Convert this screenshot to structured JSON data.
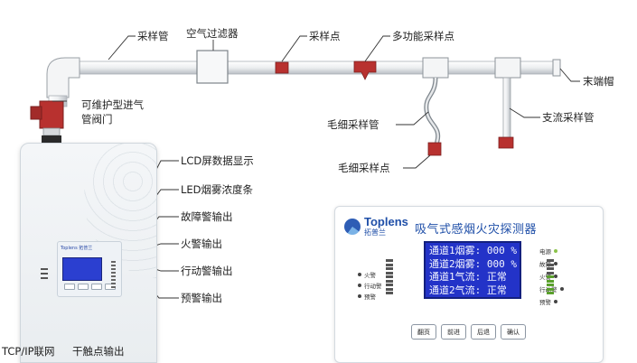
{
  "labels": {
    "sampling_pipe": "采样管",
    "air_filter": "空气过滤器",
    "sampling_point": "采样点",
    "multi_sampling_point": "多功能采样点",
    "end_cap": "末端帽",
    "valve": "可维护型进气管阀门",
    "capillary_pipe": "毛细采样管",
    "branch_pipe": "支流采样管",
    "capillary_point": "毛细采样点",
    "lcd_display": "LCD屏数据显示",
    "led_bar": "LED烟雾浓度条",
    "fault_output": "故障警输出",
    "fire_output": "火警输出",
    "action_output": "行动警输出",
    "pre_alarm_output": "预警输出",
    "tcp_ip": "TCP/IP联网",
    "dry_contact": "干触点输出"
  },
  "detector": {
    "brand": "Toplens 拓普兰",
    "product": "吸气式感烟火灾探测器"
  },
  "inset": {
    "brand": "Toplens",
    "brand_sub": "拓普兰",
    "product": "吸气式感烟火灾探测器",
    "lcd_lines": [
      "通道1烟雾: 000 %",
      "通道2烟雾: 000 %",
      "通道1气流: 正常",
      "通道2气流: 正常"
    ],
    "left_indicators": [
      "火警",
      "行动警",
      "预警"
    ],
    "right_indicators": [
      "电源",
      "故障",
      "火警",
      "行动警",
      "预警"
    ],
    "buttons": [
      "翻页",
      "前进",
      "后退",
      "确认"
    ]
  },
  "colors": {
    "pipe": "#e8eaec",
    "fitting_red": "#b8312f",
    "lcd_blue": "#2333c8",
    "brand_blue": "#1f4fa8",
    "power_led": "#8bc34a"
  }
}
